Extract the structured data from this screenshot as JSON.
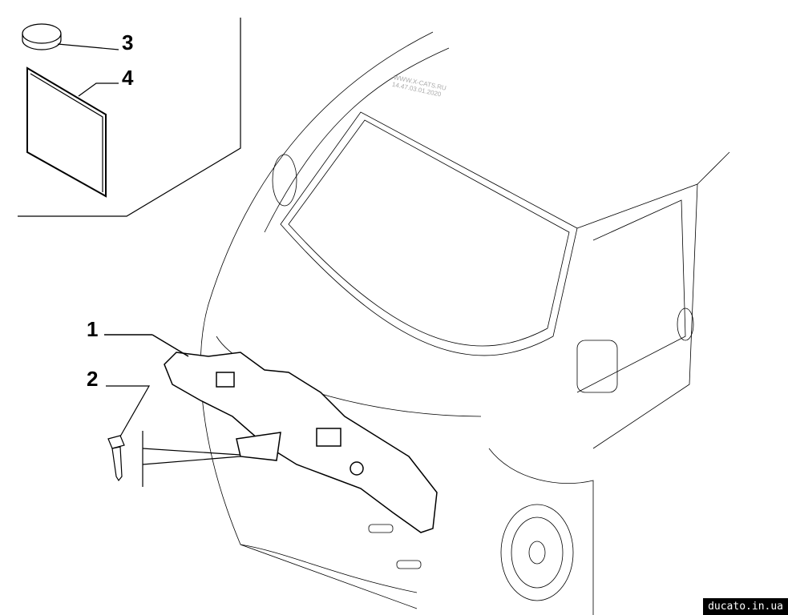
{
  "callouts": {
    "c1": "1",
    "c2": "2",
    "c3": "3",
    "c4": "4"
  },
  "watermark": {
    "line1": "WWW.X-CATS.RU",
    "line2": "14.47.03.01.2020"
  },
  "site_badge": "ducato.in.ua"
}
